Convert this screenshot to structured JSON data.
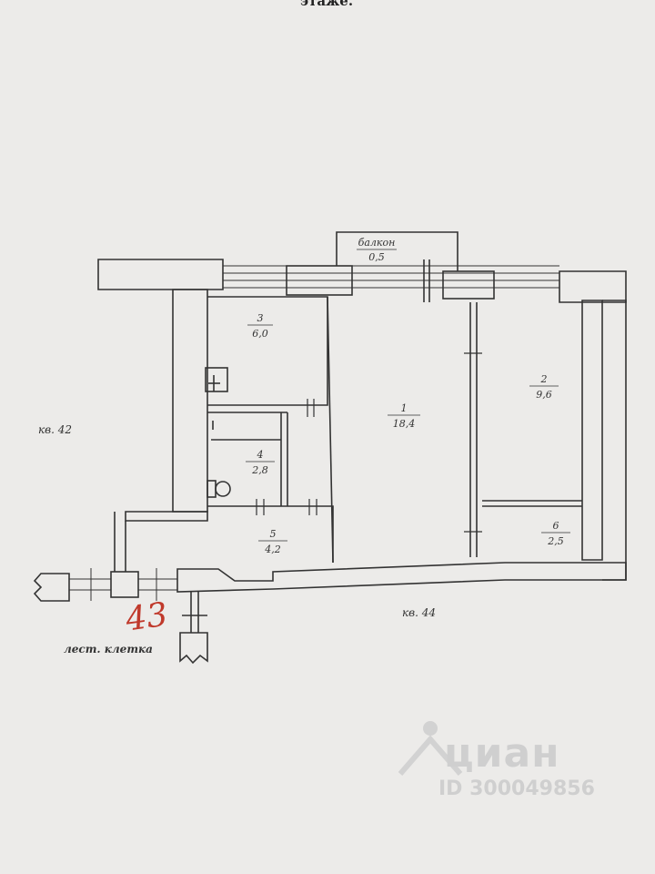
{
  "header": {
    "text": "этаже."
  },
  "plan": {
    "rooms": [
      {
        "number": "1",
        "area": "18,4"
      },
      {
        "number": "2",
        "area": "9,6"
      },
      {
        "number": "3",
        "area": "6,0"
      },
      {
        "number": "4",
        "area": "2,8"
      },
      {
        "number": "5",
        "area": "4,2"
      },
      {
        "number": "6",
        "area": "2,5"
      }
    ],
    "balcony": {
      "label": "балкон",
      "area": "0,5"
    },
    "neighbors": {
      "left": "кв. 42",
      "right": "кв. 44"
    },
    "stairwell": "лест. клетка",
    "handwritten_number": "43"
  },
  "watermark": {
    "brand": "циан",
    "id": "ID 300049856"
  },
  "colors": {
    "wall": "#333333",
    "ink": "#333333",
    "red_ink": "#c0392b",
    "paper": "#ecebe9"
  }
}
